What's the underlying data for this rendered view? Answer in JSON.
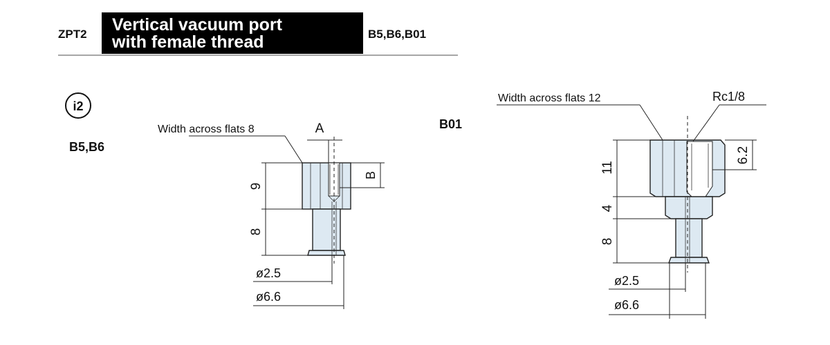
{
  "header": {
    "code": "ZPT2",
    "title_line1": "Vertical vacuum port",
    "title_line2": "with female thread",
    "variants": "B5,B6,B01"
  },
  "badge": "i2",
  "left_view": {
    "label": "B5,B6",
    "flats_label": "Width across flats 8",
    "dim_A": "A",
    "dim_B": "B",
    "dim_9": "9",
    "dim_8": "8",
    "dia_inner": "ø2.5",
    "dia_outer": "ø6.6"
  },
  "right_view": {
    "label": "B01",
    "flats_label": "Width across flats 12",
    "thread_label": "Rc1/8",
    "dim_11": "11",
    "dim_4": "4",
    "dim_8": "8",
    "dim_62": "6.2",
    "dia_inner": "ø2.5",
    "dia_outer": "ø6.6"
  },
  "colors": {
    "part_fill": "#dde9f2",
    "title_bg": "#000000",
    "line": "#222222"
  }
}
